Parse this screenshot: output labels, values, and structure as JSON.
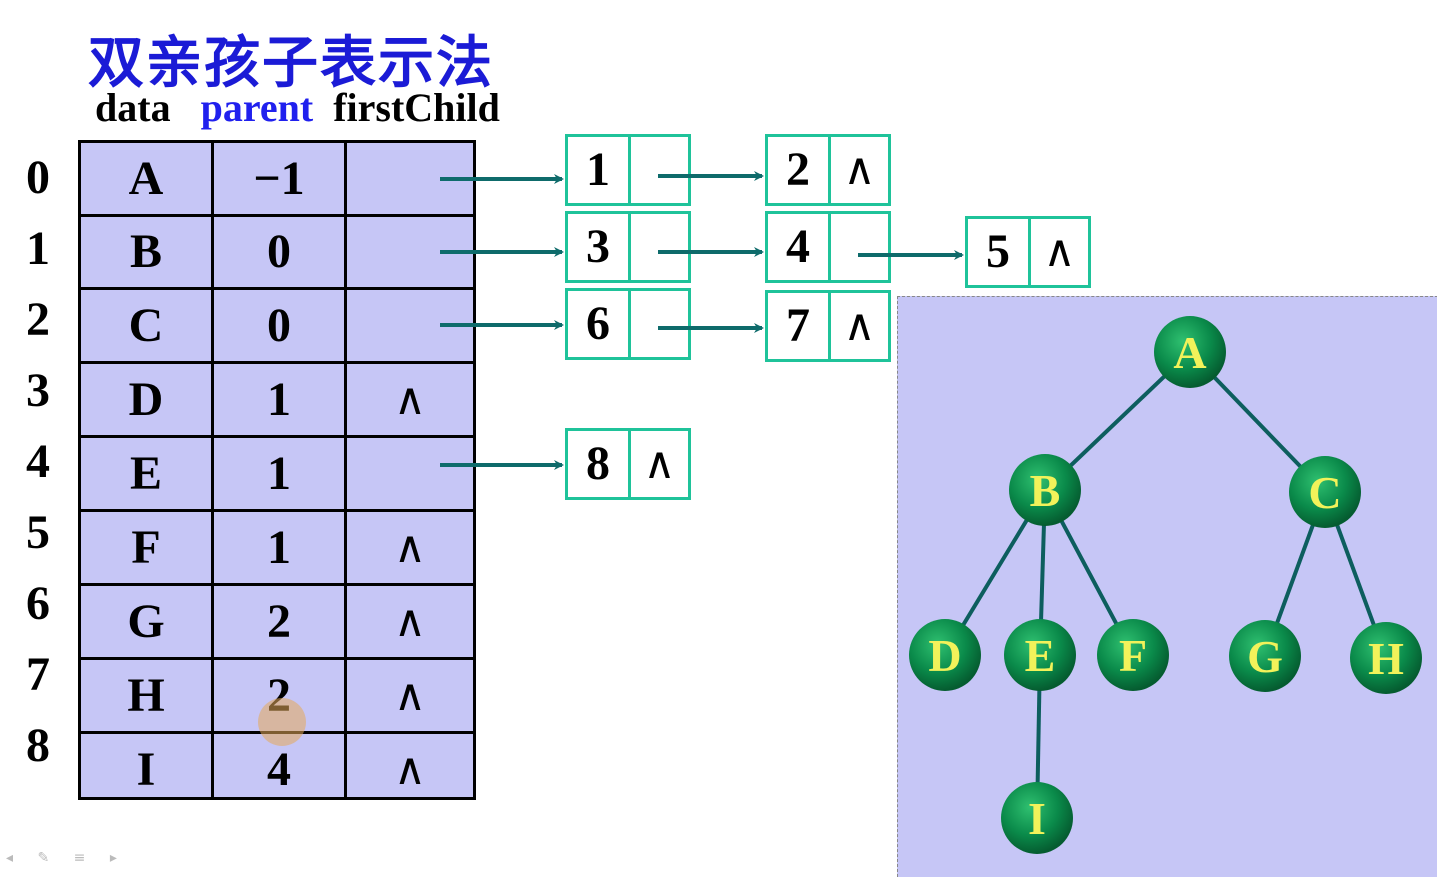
{
  "title": "双亲孩子表示法",
  "headers": {
    "data": "data",
    "parent": "parent",
    "first_child": "firstChild"
  },
  "null_symbol": "∧",
  "table": {
    "rows": [
      {
        "index": "0",
        "data": "A",
        "parent": "−1",
        "child_null": false
      },
      {
        "index": "1",
        "data": "B",
        "parent": "0",
        "child_null": false
      },
      {
        "index": "2",
        "data": "C",
        "parent": "0",
        "child_null": false
      },
      {
        "index": "3",
        "data": "D",
        "parent": "1",
        "child_null": true
      },
      {
        "index": "4",
        "data": "E",
        "parent": "1",
        "child_null": false
      },
      {
        "index": "5",
        "data": "F",
        "parent": "1",
        "child_null": true
      },
      {
        "index": "6",
        "data": "G",
        "parent": "2",
        "child_null": true
      },
      {
        "index": "7",
        "data": "H",
        "parent": "2",
        "child_null": true
      },
      {
        "index": "8",
        "data": "I",
        "parent": "4",
        "child_null": true
      }
    ]
  },
  "child_lists": [
    {
      "row": "0",
      "nodes": [
        {
          "child": "1",
          "next": ""
        },
        {
          "child": "2",
          "next": "∧"
        }
      ]
    },
    {
      "row": "1",
      "nodes": [
        {
          "child": "3",
          "next": ""
        },
        {
          "child": "4",
          "next": ""
        },
        {
          "child": "5",
          "next": "∧"
        }
      ]
    },
    {
      "row": "2",
      "nodes": [
        {
          "child": "6",
          "next": ""
        },
        {
          "child": "7",
          "next": "∧"
        }
      ]
    },
    {
      "row": "4",
      "nodes": [
        {
          "child": "8",
          "next": "∧"
        }
      ]
    }
  ],
  "tree": {
    "nodes": [
      {
        "id": "A",
        "label": "A"
      },
      {
        "id": "B",
        "label": "B"
      },
      {
        "id": "C",
        "label": "C"
      },
      {
        "id": "D",
        "label": "D"
      },
      {
        "id": "E",
        "label": "E"
      },
      {
        "id": "F",
        "label": "F"
      },
      {
        "id": "G",
        "label": "G"
      },
      {
        "id": "H",
        "label": "H"
      },
      {
        "id": "I",
        "label": "I"
      }
    ],
    "edges": [
      [
        "A",
        "B"
      ],
      [
        "A",
        "C"
      ],
      [
        "B",
        "D"
      ],
      [
        "B",
        "E"
      ],
      [
        "B",
        "F"
      ],
      [
        "C",
        "G"
      ],
      [
        "C",
        "H"
      ],
      [
        "E",
        "I"
      ]
    ]
  },
  "colors": {
    "title": "#1b1bd6",
    "parent_header": "#2020ee",
    "table_bg": "#c6c6f6",
    "node_border": "#1fc39a",
    "arrow": "#0e6b6b",
    "tree_node": "#0a8a4a",
    "tree_label": "#f2f25a",
    "tree_edge": "#0d5e5e"
  }
}
